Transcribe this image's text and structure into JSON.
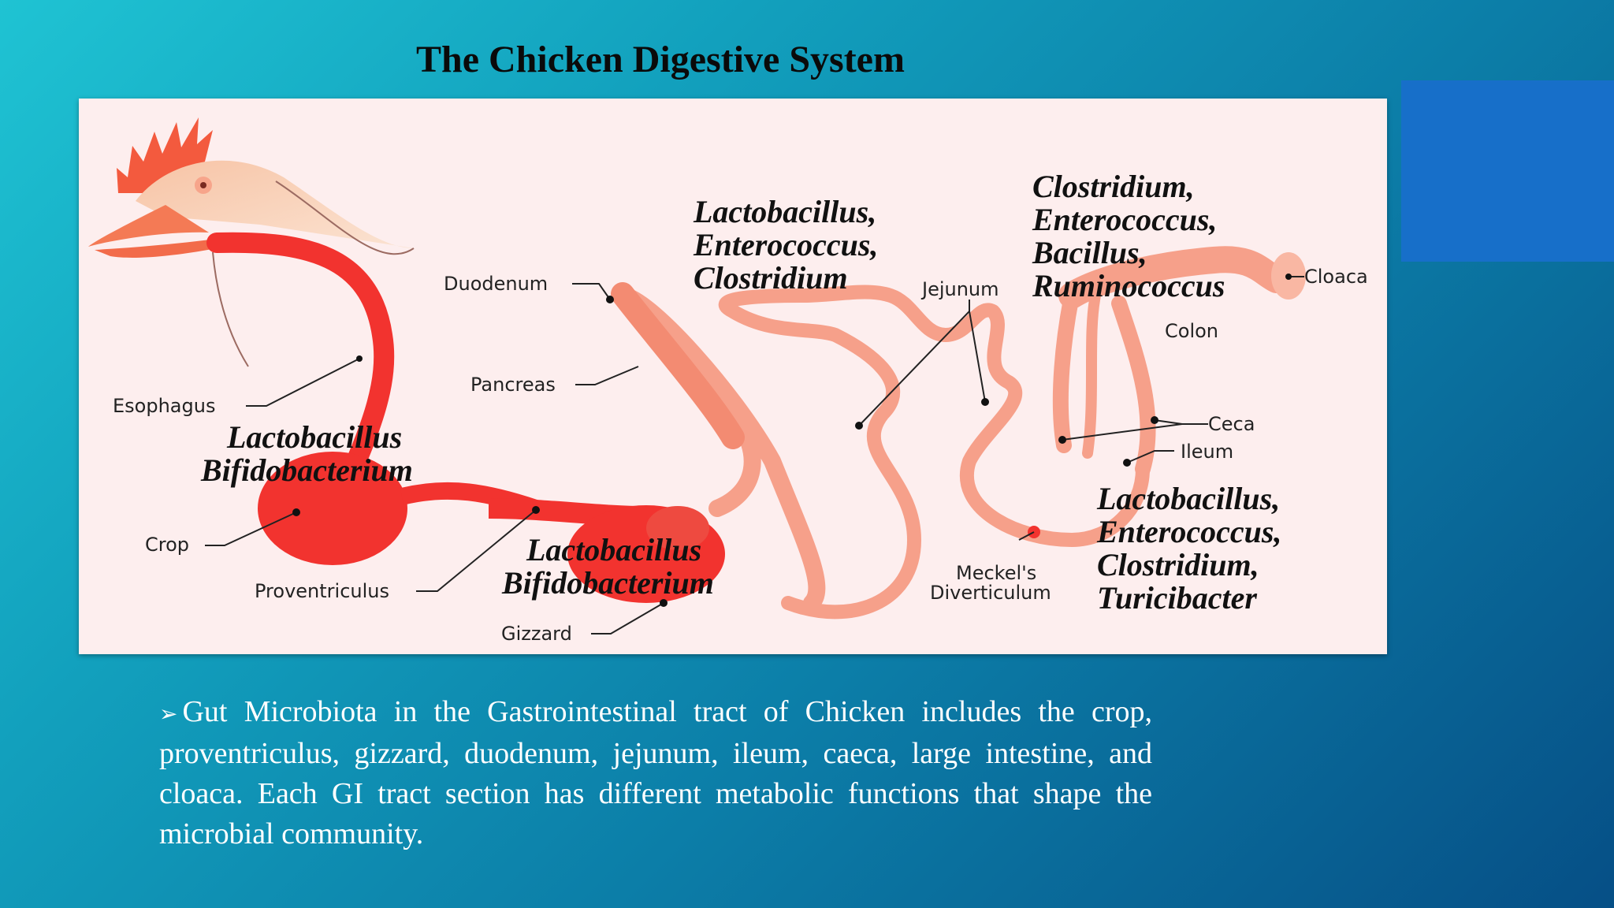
{
  "slide": {
    "title": "The Chicken Digestive System",
    "bullet_marker": "➢",
    "bullet_text": "Gut Microbiota in the Gastrointestinal tract of Chicken includes the crop, proventriculus, gizzard, duodenum, jejunum, ileum, caeca, large intestine, and cloaca. Each GI tract section has different metabolic functions that shape the microbial community."
  },
  "diagram": {
    "organ_labels": {
      "esophagus": "Esophagus",
      "crop": "Crop",
      "proventriculus": "Proventriculus",
      "gizzard": "Gizzard",
      "duodenum": "Duodenum",
      "pancreas": "Pancreas",
      "jejunum": "Jejunum",
      "meckels_line1": "Meckel's",
      "meckels_line2": "Diverticulum",
      "ileum": "Ileum",
      "ceca": "Ceca",
      "colon": "Colon",
      "cloaca": "Cloaca"
    },
    "bacteria_groups": {
      "crop": [
        "Lactobacillus",
        "Bifidobacterium"
      ],
      "gizzard": [
        "Lactobacillus",
        "Bifidobacterium"
      ],
      "small_intestine": [
        "Lactobacillus,",
        "Enterococcus,",
        "Clostridium"
      ],
      "ceca": [
        "Clostridium,",
        "Enterococcus,",
        "Bacillus,",
        "Ruminococcus"
      ],
      "ileum": [
        "Lactobacillus,",
        "Enterococcus,",
        "Clostridium,",
        "Turicibacter"
      ]
    }
  },
  "colors": {
    "background_start": "#1fc3d3",
    "background_end": "#064f86",
    "accent_block": "#176fc9",
    "panel": "#fdeeee",
    "upper_tract": "#f2332f",
    "lower_tract": "#f6a08a"
  }
}
